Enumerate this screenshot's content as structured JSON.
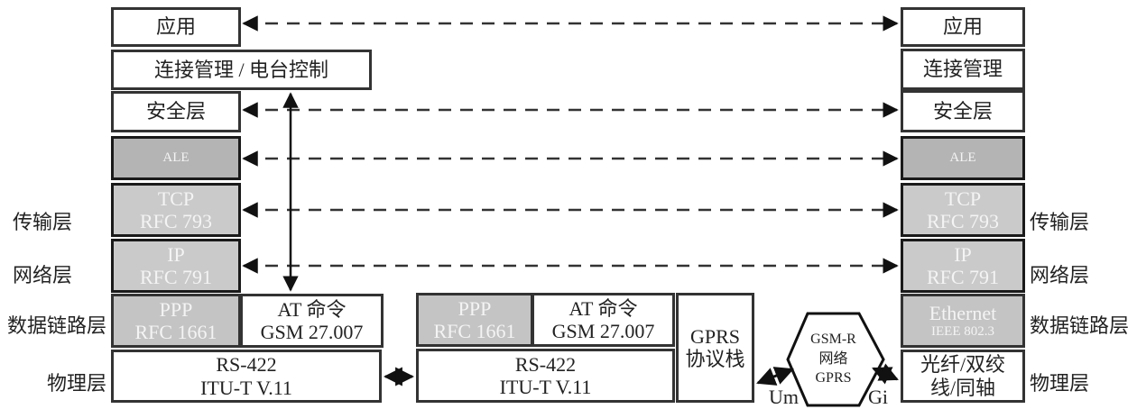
{
  "left_stack": {
    "app": "应用",
    "conn_mgmt": "连接管理 / 电台控制",
    "security": "安全层",
    "ale": "ALE",
    "tcp": [
      "TCP",
      "RFC 793"
    ],
    "ip": [
      "IP",
      "RFC 791"
    ],
    "ppp": [
      "PPP",
      "RFC 1661"
    ],
    "at": [
      "AT 命令",
      "GSM 27.007"
    ],
    "rs422": [
      "RS-422",
      "ITU-T V.11"
    ]
  },
  "middle_stack": {
    "ppp": [
      "PPP",
      "RFC 1661"
    ],
    "at": [
      "AT 命令",
      "GSM 27.007"
    ],
    "rs422": [
      "RS-422",
      "ITU-T V.11"
    ],
    "gprs": [
      "GPRS",
      "协议栈"
    ]
  },
  "network": {
    "lines": [
      "GSM-R",
      "网络",
      "GPRS"
    ],
    "um": "Um",
    "gi": "Gi"
  },
  "right_stack": {
    "app": "应用",
    "conn_mgmt": "连接管理",
    "security": "安全层",
    "ale": "ALE",
    "tcp": [
      "TCP",
      "RFC 793"
    ],
    "ip": [
      "IP",
      "RFC 791"
    ],
    "ethernet": [
      "Ethernet",
      "IEEE 802.3"
    ],
    "physical": [
      "光纤/双绞",
      "线/同轴"
    ]
  },
  "layer_labels": {
    "transport": "传输层",
    "network": "网络层",
    "datalink": "数据链路层",
    "physical": "物理层"
  },
  "colors": {
    "ale_fill": "#b4b4b4",
    "protocol_fill": "#cacaca",
    "border": "#333333"
  }
}
